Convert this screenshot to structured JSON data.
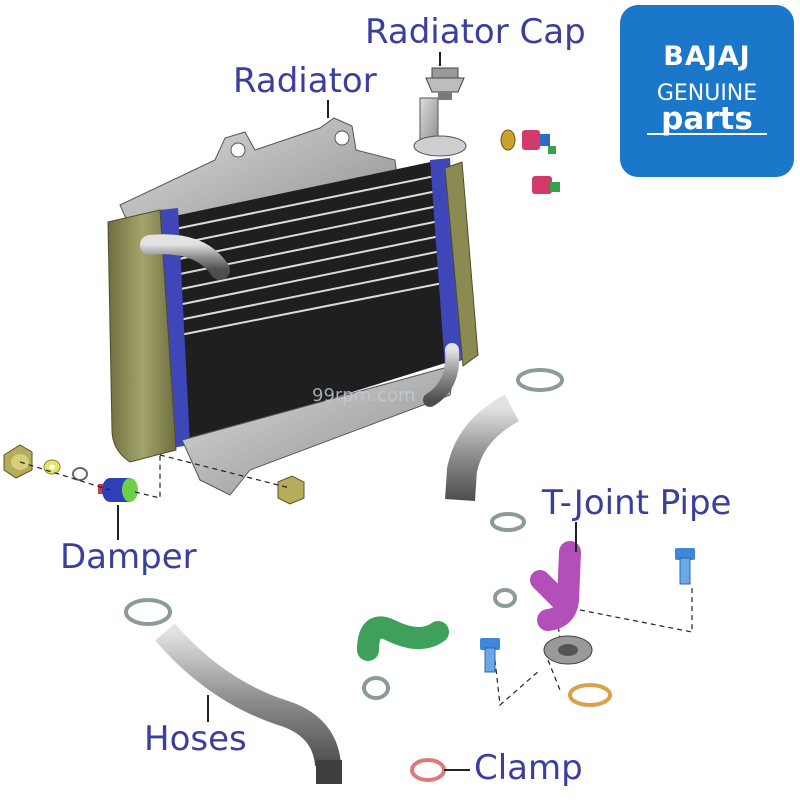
{
  "labels": {
    "radiator_cap": "Radiator Cap",
    "radiator": "Radiator",
    "damper": "Damper",
    "t_joint_pipe": "T-Joint Pipe",
    "hoses": "Hoses",
    "clamp": "Clamp"
  },
  "badge": {
    "brand": "BAJAJ",
    "line2": "GENUINE",
    "line3": "parts"
  },
  "watermark": "99rpm.com",
  "colors": {
    "label_text": "#3a3f9e",
    "badge_bg": "#1a77c9",
    "radiator_frame": "#8a8a52",
    "radiator_core": "#1f1f1f",
    "radiator_fins": "#3f46b8",
    "t_joint_pipe": "#b24fb8",
    "green_hose": "#3ea05a",
    "clamp": "#e07878"
  },
  "icons": [
    "radiator-icon",
    "radiator-cap-icon",
    "damper-icon",
    "t-joint-pipe-icon",
    "hose-icon",
    "clamp-icon",
    "bolt-icon",
    "washer-icon"
  ]
}
